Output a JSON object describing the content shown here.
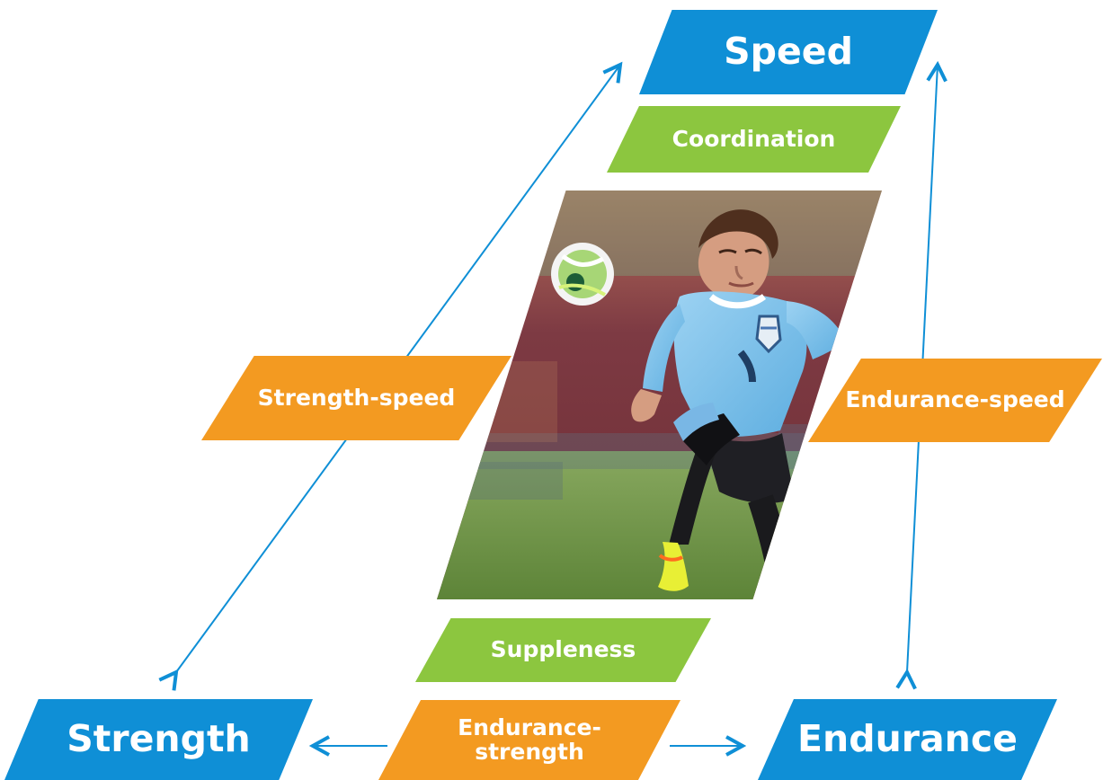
{
  "colors": {
    "blue": "#0f8fd6",
    "green": "#8cc63f",
    "orange": "#f39a21",
    "text": "#ffffff"
  },
  "boxes": {
    "speed": "Speed",
    "coordination": "Coordination",
    "suppleness": "Suppleness",
    "strength": "Strength",
    "endurance": "Endurance",
    "strength_speed": "Strength-speed",
    "endurance_speed": "Endurance-speed",
    "endurance_strength_line1": "Endurance-",
    "endurance_strength_line2": "strength"
  },
  "photo": {
    "subject": "football player in light blue jersey kicking a ball"
  }
}
